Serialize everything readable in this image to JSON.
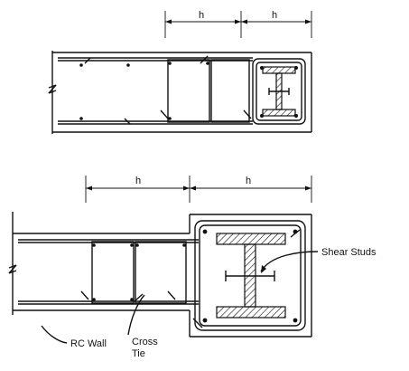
{
  "diagram": {
    "top_dimensions": [
      "h",
      "h"
    ],
    "bottom_dimensions": [
      "h",
      "h"
    ],
    "labels": {
      "shear_studs": "Shear Studs",
      "rc_wall": "RC Wall",
      "cross_tie_line1": "Cross",
      "cross_tie_line2": "Tie"
    }
  }
}
